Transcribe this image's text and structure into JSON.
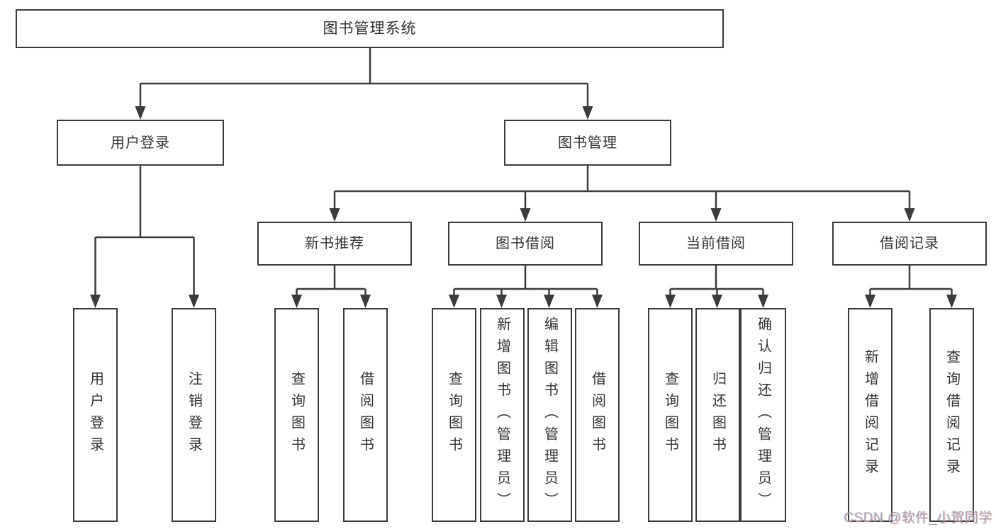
{
  "tree": {
    "root": "图书管理系统",
    "children": [
      {
        "label": "用户登录",
        "children": [
          "用户登录",
          "注销登录"
        ]
      },
      {
        "label": "图书管理",
        "children": [
          {
            "label": "新书推荐",
            "children": [
              "查询图书",
              "借阅图书"
            ]
          },
          {
            "label": "图书借阅",
            "children": [
              "查询图书",
              "新增图书（管理员）",
              "编辑图书（管理员）",
              "借阅图书"
            ]
          },
          {
            "label": "当前借阅",
            "children": [
              "查询图书",
              "归还图书",
              "确认归还（管理员）"
            ]
          },
          {
            "label": "借阅记录",
            "children": [
              "新增借阅记录",
              "查询借阅记录"
            ]
          }
        ]
      }
    ]
  },
  "colors": {
    "line": "#3b3b3b",
    "text": "#333333",
    "watermark": "#a5a5aa",
    "background": "#ffffff"
  },
  "watermark": "CSDN @软件_小贺同学"
}
